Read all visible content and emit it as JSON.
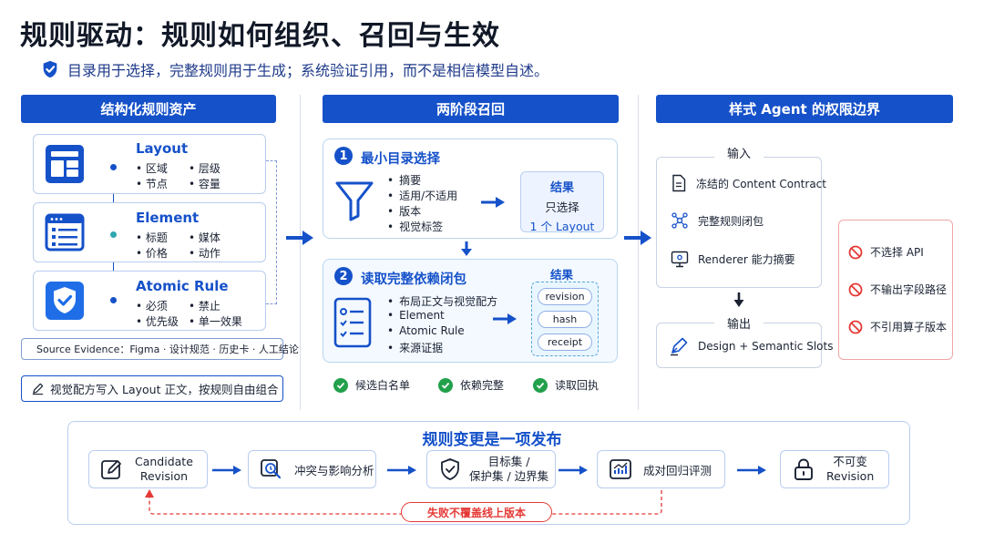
{
  "title": "规则驱动：规则如何组织、召回与生效",
  "subtitle": "目录用于选择，完整规则用于生成；系统验证引用，而不是相信模型自述。",
  "col1": {
    "header": "结构化规则资产",
    "assets": [
      {
        "name": "Layout",
        "tags": [
          "区域",
          "层级",
          "节点",
          "容量"
        ]
      },
      {
        "name": "Element",
        "tags": [
          "标题",
          "媒体",
          "价格",
          "动作"
        ]
      },
      {
        "name": "Atomic Rule",
        "tags": [
          "必须",
          "禁止",
          "优先级",
          "单一效果"
        ]
      }
    ],
    "source_evidence": "Source Evidence：Figma · 设计规范 · 历史卡 · 人工结论",
    "note": "视觉配方写入 Layout 正文，按规则自由组合"
  },
  "col2": {
    "header": "两阶段召回",
    "stage1": {
      "num": "1",
      "title": "最小目录选择",
      "bullets": [
        "摘要",
        "适用/不适用",
        "版本",
        "视觉标签"
      ],
      "result_title": "结果",
      "result_line1": "只选择",
      "result_line2": "1 个 Layout"
    },
    "stage2": {
      "num": "2",
      "title": "读取完整依赖闭包",
      "bullets": [
        "布局正文与视觉配方",
        "Element",
        "Atomic Rule",
        "来源证据"
      ],
      "result_title": "结果",
      "results": [
        "revision",
        "hash",
        "receipt"
      ]
    },
    "checks": [
      "候选白名单",
      "依赖完整",
      "读取回执"
    ]
  },
  "col3": {
    "header": "样式 Agent 的权限边界",
    "input_label": "输入",
    "inputs": [
      "冻结的 Content Contract",
      "完整规则闭包",
      "Renderer 能力摘要"
    ],
    "output_label": "输出",
    "output": "Design + Semantic Slots",
    "forbidden": [
      "不选择 API",
      "不输出字段路径",
      "不引用算子版本"
    ]
  },
  "bottom": {
    "title": "规则变更是一项发布",
    "steps": [
      {
        "line1": "Candidate",
        "line2": "Revision"
      },
      {
        "line1": "冲突与影响分析",
        "line2": ""
      },
      {
        "line1": "目标集 /",
        "line2": "保护集 / 边界集"
      },
      {
        "line1": "成对回归评测",
        "line2": ""
      },
      {
        "line1": "不可变",
        "line2": "Revision"
      }
    ],
    "fail_note": "失败不覆盖线上版本"
  },
  "colors": {
    "brand": "#1551c9",
    "success": "#22a04b",
    "danger": "#e53935",
    "border": "#b9cdf0"
  },
  "icons": [
    "shield-check-icon",
    "layout-icon",
    "element-icon",
    "atomic-rule-shield-icon",
    "database-icon",
    "pen-icon",
    "funnel-icon",
    "checklist-icon",
    "document-icon",
    "network-icon",
    "monitor-icon",
    "pen-nib-icon",
    "ban-icon",
    "edit-icon",
    "analyze-icon",
    "shield-icon",
    "chart-icon",
    "lock-icon"
  ]
}
